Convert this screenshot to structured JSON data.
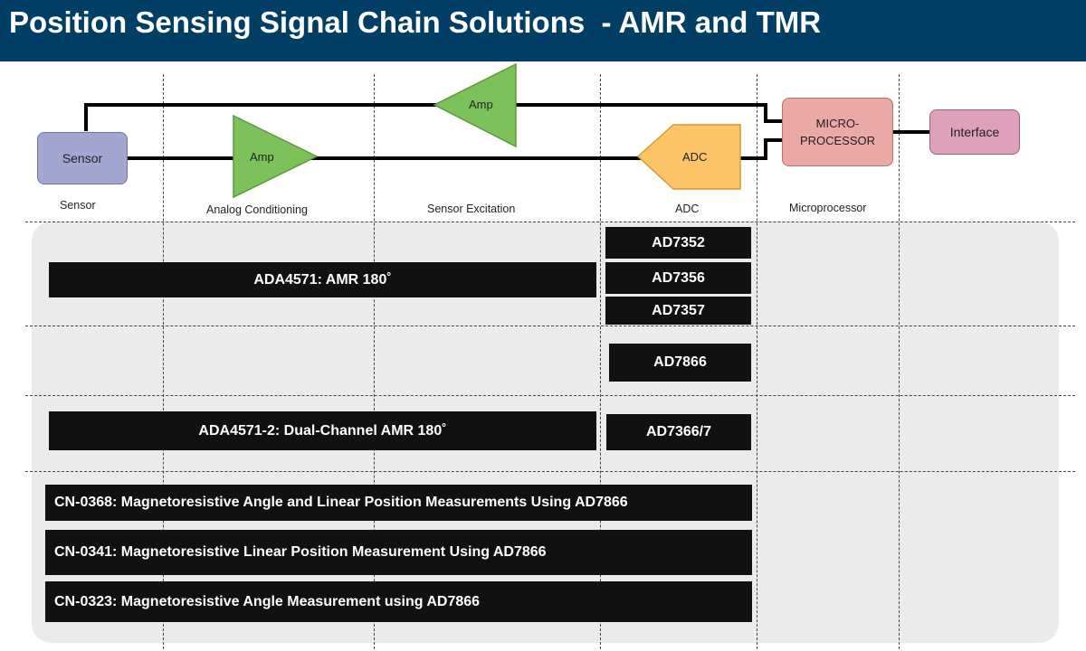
{
  "header": {
    "title": "Position Sensing Signal Chain Solutions  - AMR and TMR"
  },
  "diagram": {
    "sensor": "Sensor",
    "amp_conditioning": "Amp",
    "amp_excitation": "Amp",
    "adc": "ADC",
    "microprocessor": "MICRO-\nPROCESSOR",
    "interface": "Interface"
  },
  "columns": {
    "sensor": "Sensor",
    "analog": "Analog Conditioning",
    "excitation": "Sensor Excitation",
    "adc": "ADC",
    "micro": "Microprocessor"
  },
  "rows": {
    "ada4571": "ADA4571: AMR 180˚",
    "ad7352": "AD7352",
    "ad7356": "AD7356",
    "ad7357": "AD7357",
    "ad7866": "AD7866",
    "ada4571_2": "ADA4571-2:  Dual-Channel AMR 180˚",
    "ad7366": "AD7366/7",
    "cn0368": "CN-0368: Magnetoresistive Angle and Linear Position Measurements Using AD7866",
    "cn0341": "CN-0341: Magnetoresistive Linear Position Measurement Using AD7866",
    "cn0323": "CN-0323: Magnetoresistive Angle Measurement using AD7866"
  },
  "colors": {
    "header": "#003E66",
    "sensor": "#A3A6CF",
    "amp": "#7DC15A",
    "adc": "#FCC467",
    "microprocessor": "#EBA9A5",
    "interface": "#DFA0BC",
    "bar": "#111111",
    "panel": "#EBEBEB"
  }
}
